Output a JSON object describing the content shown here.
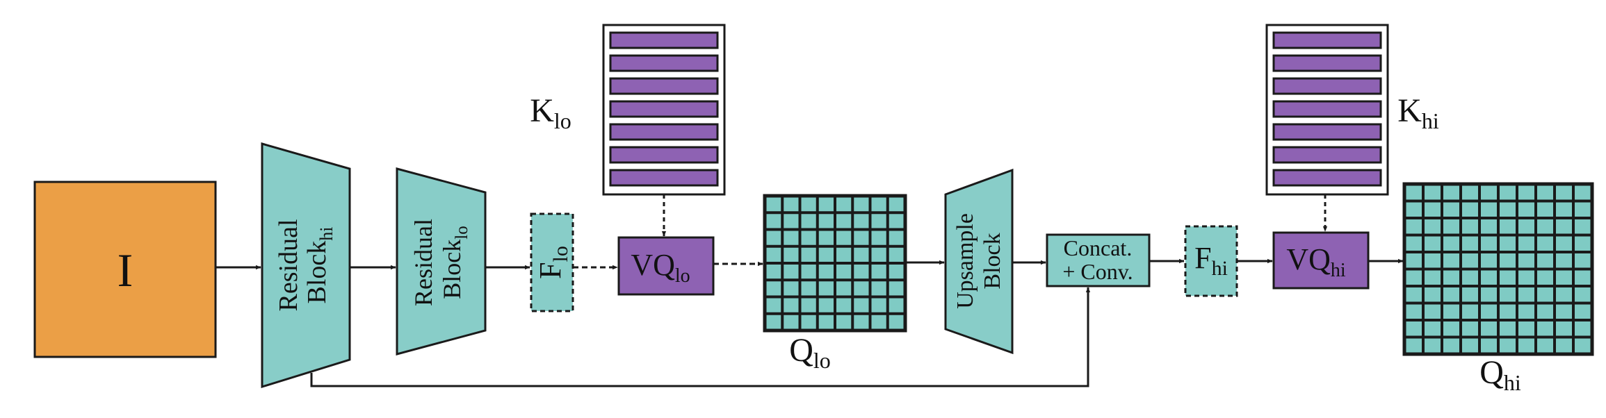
{
  "input": {
    "label": "I"
  },
  "residual_hi": {
    "line1": "Residual",
    "line2": "Block",
    "sub": "hi"
  },
  "residual_lo": {
    "line1": "Residual",
    "line2": "Block",
    "sub": "lo"
  },
  "f_lo": {
    "label": "F",
    "sub": "lo"
  },
  "vq_lo": {
    "label": "VQ",
    "sub": "lo"
  },
  "k_lo": {
    "label": "K",
    "sub": "lo",
    "rows": 7
  },
  "q_lo": {
    "label": "Q",
    "sub": "lo",
    "cells": 8
  },
  "upsample": {
    "line1": "Upsample",
    "line2": "Block"
  },
  "concat": {
    "line1": "Concat.",
    "line2": "+ Conv."
  },
  "f_hi": {
    "label": "F",
    "sub": "hi"
  },
  "vq_hi": {
    "label": "VQ",
    "sub": "hi"
  },
  "k_hi": {
    "label": "K",
    "sub": "hi",
    "rows": 7
  },
  "q_hi": {
    "label": "Q",
    "sub": "hi",
    "cells": 10
  },
  "colors": {
    "input": "#eb9f46",
    "teal": "#88cdc8",
    "purple": "#8e62b3",
    "stroke": "#1a1a1a",
    "grid_bg": "#7fcbc4"
  }
}
